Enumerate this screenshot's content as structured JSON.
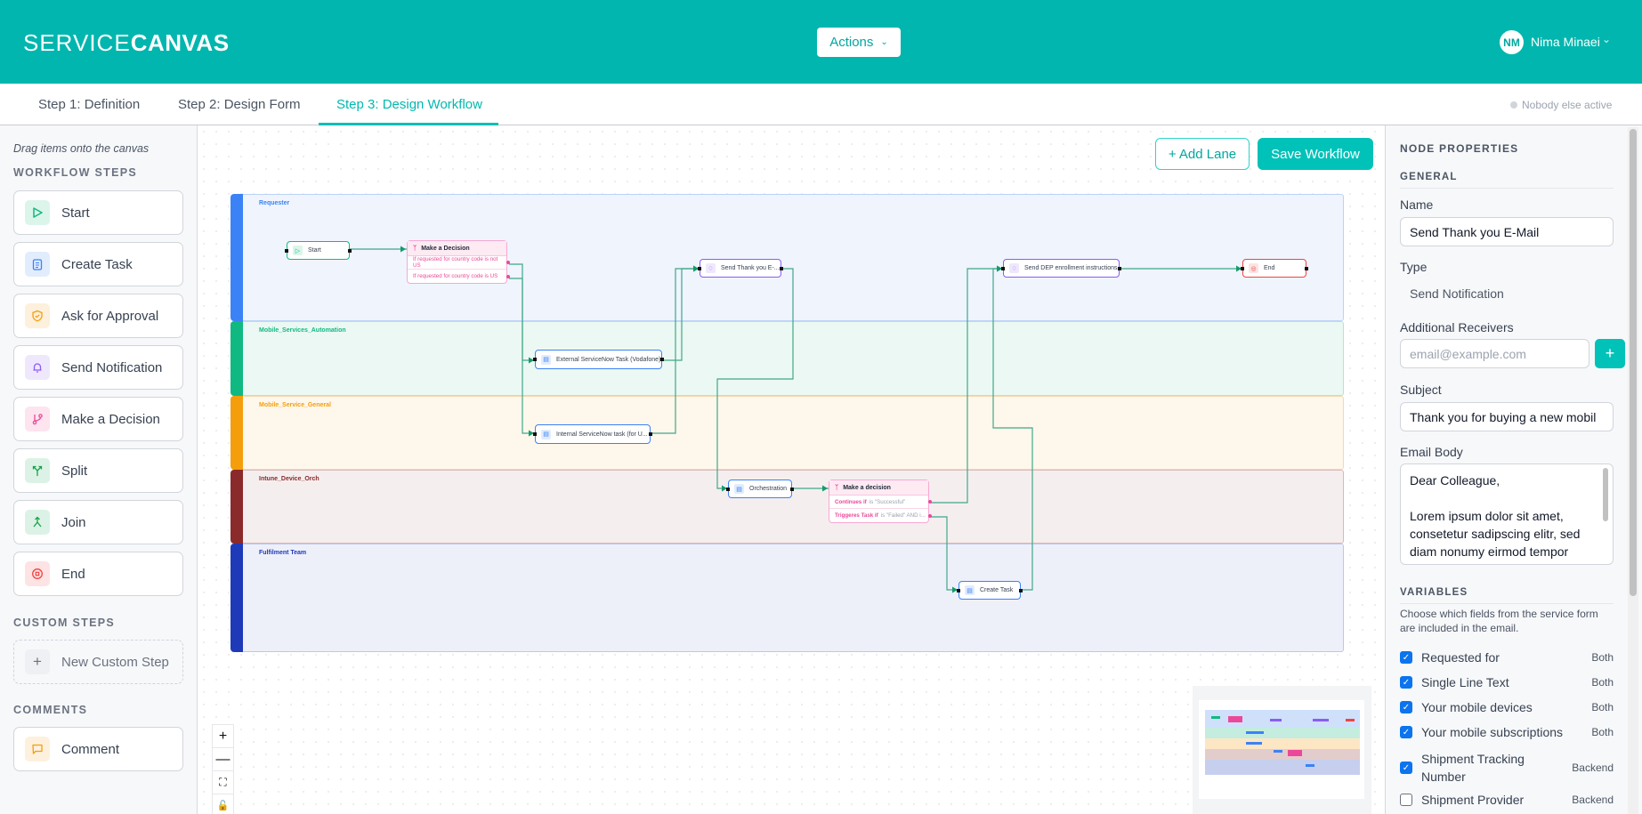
{
  "header": {
    "logo_light": "SERVICE",
    "logo_bold": "CANVAS",
    "actions_label": "Actions",
    "user_initials": "NM",
    "user_name": "Nima Minaei",
    "brand_color": "#00b6ae"
  },
  "tabs": [
    {
      "label": "Step 1: Definition"
    },
    {
      "label": "Step 2: Design Form"
    },
    {
      "label": "Step 3: Design Workflow",
      "active": true
    }
  ],
  "presence": "Nobody else active",
  "sidebar": {
    "hint": "Drag items onto the canvas",
    "workflow_steps_title": "WORKFLOW STEPS",
    "steps": [
      {
        "label": "Start",
        "icon": "play-icon"
      },
      {
        "label": "Create Task",
        "icon": "clipboard-icon"
      },
      {
        "label": "Ask for Approval",
        "icon": "shield-check-icon"
      },
      {
        "label": "Send Notification",
        "icon": "bell-icon"
      },
      {
        "label": "Make a Decision",
        "icon": "branch-icon"
      },
      {
        "label": "Split",
        "icon": "split-icon"
      },
      {
        "label": "Join",
        "icon": "join-icon"
      },
      {
        "label": "End",
        "icon": "target-icon"
      }
    ],
    "custom_steps_title": "CUSTOM STEPS",
    "new_custom_step": "New Custom Step",
    "comments_title": "COMMENTS",
    "comment": "Comment"
  },
  "canvas": {
    "add_lane": "+ Add Lane",
    "save_workflow": "Save Workflow",
    "lanes": [
      {
        "name": "Requester",
        "color": "#3b82f6"
      },
      {
        "name": "Mobile_Services_Automation",
        "color": "#10b981"
      },
      {
        "name": "Mobile_Service_General",
        "color": "#f59e0b"
      },
      {
        "name": "Intune_Device_Orch",
        "color": "#8b2a2a"
      },
      {
        "name": "Fulfilment Team",
        "color": "#1e3ab8"
      }
    ],
    "nodes": {
      "start": {
        "label": "Start",
        "type": "start",
        "lane": "Requester"
      },
      "decision1": {
        "label": "Make a Decision",
        "type": "decision",
        "lane": "Requester",
        "branches": [
          {
            "label": "If requested for country code is not US"
          },
          {
            "label": "If requested for country code is US"
          }
        ]
      },
      "thank_you": {
        "label": "Send Thank you E-...",
        "type": "notification",
        "lane": "Requester"
      },
      "dep": {
        "label": "Send DEP enrollment instructions",
        "type": "notification",
        "lane": "Requester"
      },
      "end": {
        "label": "End",
        "type": "end",
        "lane": "Requester"
      },
      "external": {
        "label": "External ServiceNow Task (Vodafone)",
        "type": "task",
        "lane": "Mobile_Services_Automation"
      },
      "internal": {
        "label": "Internal ServiceNow task (for U...",
        "type": "task",
        "lane": "Mobile_Service_General"
      },
      "orchestration": {
        "label": "Orchestration",
        "type": "task",
        "lane": "Intune_Device_Orch"
      },
      "decision2": {
        "label": "Make a decision",
        "type": "decision",
        "lane": "Intune_Device_Orch",
        "branches": [
          {
            "key": "Continues if",
            "cond": "is \"Successful\""
          },
          {
            "key": "Triggeres Task if",
            "cond": "is \"Failed\" AND i..."
          }
        ]
      },
      "create_task": {
        "label": "Create Task",
        "type": "task",
        "lane": "Fulfilment Team"
      }
    },
    "edges": [
      {
        "from": "start",
        "to": "decision1"
      },
      {
        "from": "decision1.0",
        "to": "external"
      },
      {
        "from": "decision1.1",
        "to": "internal"
      },
      {
        "from": "external",
        "to": "thank_you"
      },
      {
        "from": "internal",
        "to": "thank_you"
      },
      {
        "from": "thank_you",
        "to": "orchestration"
      },
      {
        "from": "orchestration",
        "to": "decision2"
      },
      {
        "from": "decision2.0",
        "to": "dep"
      },
      {
        "from": "decision2.1",
        "to": "create_task"
      },
      {
        "from": "create_task",
        "to": "dep"
      },
      {
        "from": "dep",
        "to": "end"
      }
    ],
    "edge_color": "#3fa889",
    "zoom_controls": [
      "zoom-in",
      "zoom-out",
      "fit-view",
      "lock"
    ]
  },
  "properties": {
    "title": "NODE PROPERTIES",
    "general_title": "GENERAL",
    "name_label": "Name",
    "name_value": "Send Thank you E-Mail",
    "type_label": "Type",
    "type_value": "Send Notification",
    "receivers_label": "Additional Receivers",
    "receivers_placeholder": "email@example.com",
    "subject_label": "Subject",
    "subject_value": "Thank you for buying a new mobil",
    "body_label": "Email Body",
    "body_value": "Dear Colleague,\n\nLorem ipsum dolor sit amet, consetetur sadipscing elitr, sed diam nonumy eirmod tempor",
    "variables_title": "VARIABLES",
    "variables_desc": "Choose which fields from the service form are included in the email.",
    "variables": [
      {
        "label": "Requested for",
        "scope": "Both",
        "checked": true
      },
      {
        "label": "Single Line Text",
        "scope": "Both",
        "checked": true
      },
      {
        "label": "Your mobile devices",
        "scope": "Both",
        "checked": true
      },
      {
        "label": "Your mobile subscriptions",
        "scope": "Both",
        "checked": true
      },
      {
        "label": "Shipment Tracking Number",
        "scope": "Backend",
        "checked": true
      },
      {
        "label": "Shipment Provider",
        "scope": "Backend",
        "checked": false
      }
    ]
  }
}
